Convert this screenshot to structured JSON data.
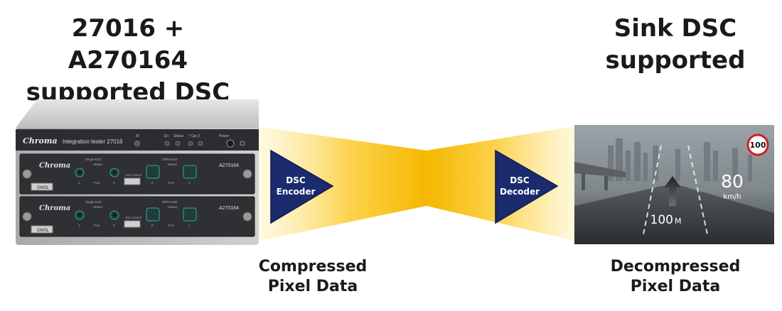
{
  "left_title": {
    "line1": "27016 + A270164",
    "line2": "supported DSC"
  },
  "right_title": {
    "line1": "Sink DSC",
    "line2": "supported"
  },
  "device": {
    "brand": "Chroma",
    "model_label": "Integration tester 27016",
    "ir_label": "IR",
    "err_label": "Err",
    "status_label": "Status",
    "gpi_label": "? Gpi 2",
    "power_label": "Power",
    "module_name": "A270164",
    "single_end_label": "Single-End",
    "differential_label": "Differential",
    "module_status_label": "Status",
    "ext_control_label": "Ext Control",
    "port_label": "Port",
    "gmsl_label": "GMSL",
    "port_numbers": [
      "1",
      "0",
      "0",
      "1"
    ]
  },
  "encoder": {
    "line1": "DSC",
    "line2": "Encoder"
  },
  "decoder": {
    "line1": "DSC",
    "line2": "Decoder"
  },
  "left_caption": {
    "line1": "Compressed",
    "line2": "Pixel Data"
  },
  "right_caption": {
    "line1": "Decompressed",
    "line2": "Pixel Data"
  },
  "hud": {
    "speed_limit": "100",
    "speed": "80",
    "speed_unit": "km/h",
    "distance": "100",
    "distance_unit": "M"
  },
  "colors": {
    "triangle": "#1c2a6e",
    "beam": "#f5b800",
    "text": "#1a1a1a"
  }
}
